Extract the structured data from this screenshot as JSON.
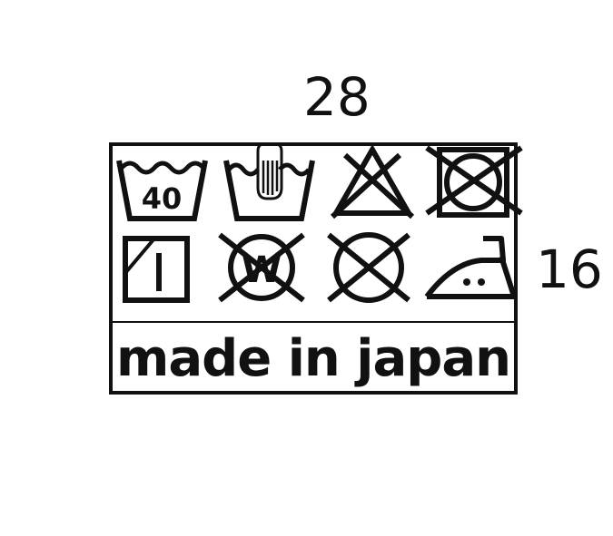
{
  "dimensions": {
    "width": "28",
    "height": "16"
  },
  "symbols": [
    {
      "icon": "wash-40-icon",
      "text": "40"
    },
    {
      "icon": "hand-wash-icon"
    },
    {
      "icon": "do-not-bleach-icon"
    },
    {
      "icon": "do-not-tumble-dry-icon"
    },
    {
      "icon": "line-dry-shade-icon"
    },
    {
      "icon": "do-not-wet-clean-icon",
      "text": "W"
    },
    {
      "icon": "do-not-dry-clean-icon"
    },
    {
      "icon": "iron-medium-icon"
    }
  ],
  "label_text": "made in japan",
  "colors": {
    "ink": "#111111",
    "background": "#ffffff"
  }
}
